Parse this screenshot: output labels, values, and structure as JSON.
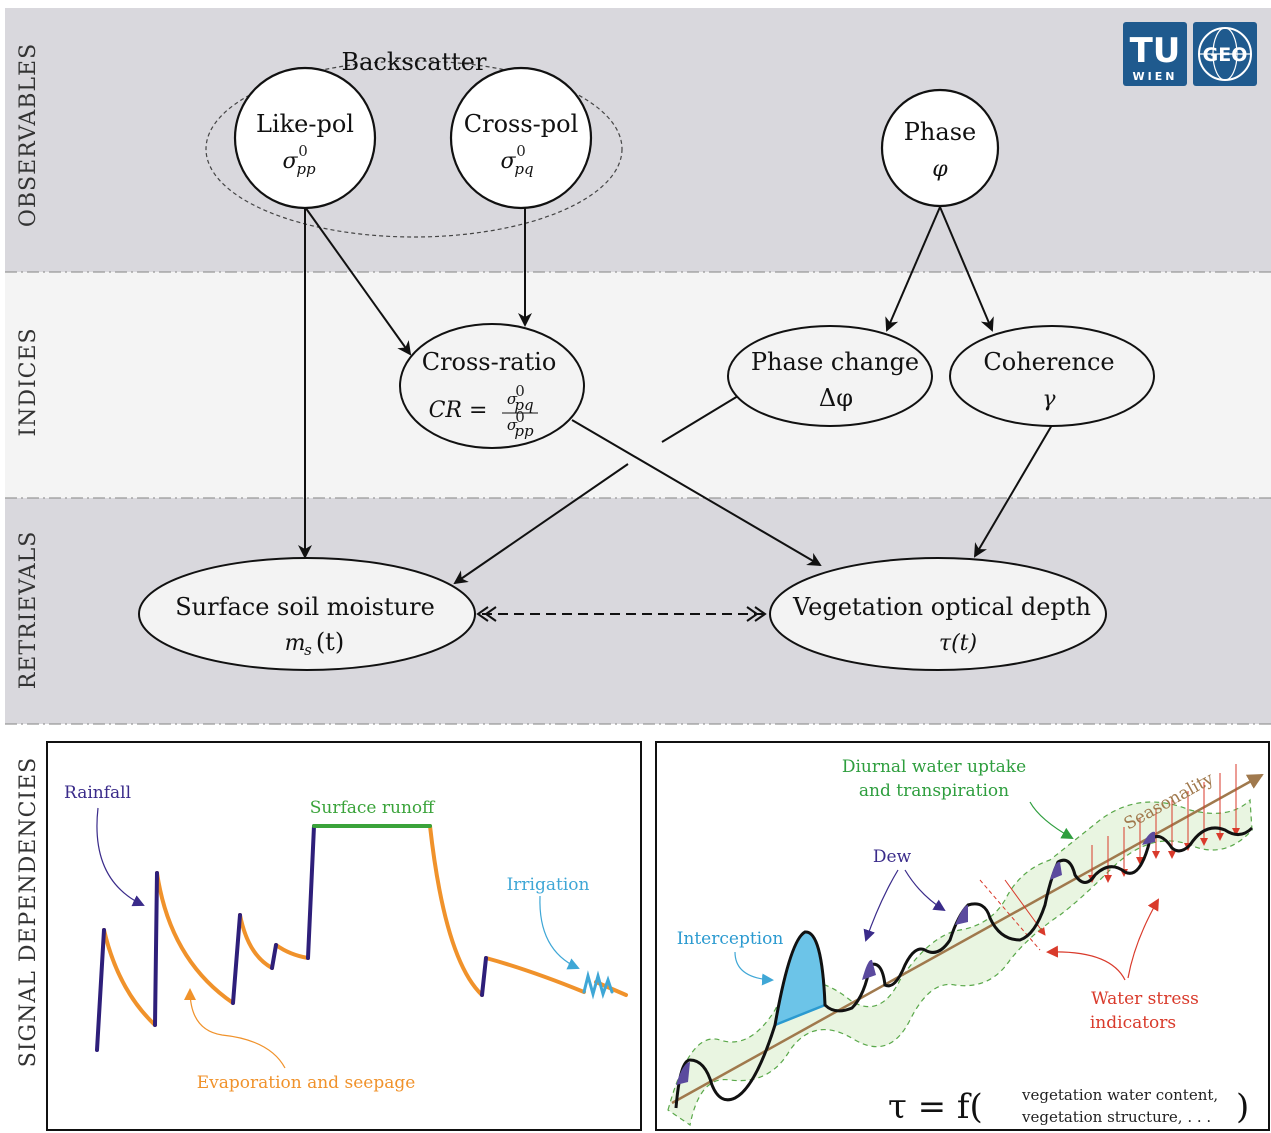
{
  "bands": {
    "observables": "OBSERVABLES",
    "indices": "INDICES",
    "retrievals": "RETRIEVALS",
    "signal_dependencies": "SIGNAL DEPENDENCIES"
  },
  "logos": {
    "tu": "TU",
    "wien": "WIEN",
    "geo": "GEO"
  },
  "nodes": {
    "backscatter": "Backscatter",
    "like_pol": {
      "title": "Like-pol",
      "symbol": "σ",
      "sub": "pp",
      "sup": "0"
    },
    "cross_pol": {
      "title": "Cross-pol",
      "symbol": "σ",
      "sub": "pq",
      "sup": "0"
    },
    "phase": {
      "title": "Phase",
      "symbol": "φ"
    },
    "cross_ratio": {
      "title": "Cross-ratio",
      "lhs": "CR =",
      "num_sym": "σ",
      "num_sub": "pq",
      "den_sym": "σ",
      "den_sub": "pp",
      "sup": "0"
    },
    "phase_change": {
      "title": "Phase change",
      "symbol": "Δφ"
    },
    "coherence": {
      "title": "Coherence",
      "symbol": "γ"
    },
    "soil_moisture": {
      "title": "Surface soil moisture",
      "symbol": "m",
      "sub": "s",
      "arg": "(t)"
    },
    "vod": {
      "title": "Vegetation optical depth",
      "symbol": "τ(t)"
    }
  },
  "left_panel": {
    "rainfall": "Rainfall",
    "surface_runoff": "Surface runoff",
    "irrigation": "Irrigation",
    "evaporation": "Evaporation and seepage"
  },
  "right_panel": {
    "diurnal_line1": "Diurnal water uptake",
    "diurnal_line2": "and transpiration",
    "seasonality": "Seasonality",
    "dew": "Dew",
    "interception": "Interception",
    "water_stress_line1": "Water stress",
    "water_stress_line2": "indicators",
    "formula_lhs": "τ = f(",
    "formula_arg1": "vegetation water content,",
    "formula_arg2": "vegetation structure, . . .",
    "formula_rhs": ")"
  },
  "colors": {
    "band_dark": "#d9d8dd",
    "band_light": "#f4f4f4",
    "rainfall": "#2e1f7a",
    "evaporation": "#f0922b",
    "runoff": "#3aa33a",
    "irrigation": "#3fa7d6",
    "diurnal": "#2e9e3e",
    "seasonality": "#a0794d",
    "water_stress": "#d93a2b",
    "interception": "#6cc4e8",
    "dew": "#5b4a9e",
    "logo_blue": "#1f5a8e"
  }
}
